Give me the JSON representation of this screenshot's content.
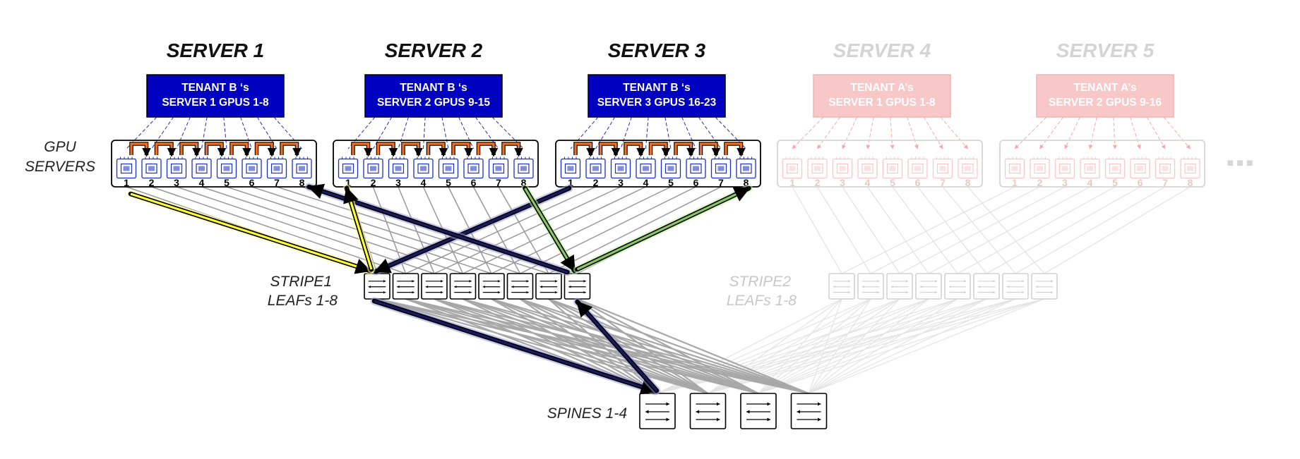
{
  "colors": {
    "tenant_b": "#0000c0",
    "tenant_a_faded": "#f8c8c8",
    "path_yellow": "#ffff33",
    "path_green": "#88c860",
    "path_navy": "#1a1a60",
    "nvlink_orange": "#f07020",
    "mesh_gray": "#999999"
  },
  "servers": [
    {
      "title": "SERVER 1",
      "tenant_line1": "TENANT B ‘s",
      "tenant_line2": "SERVER 1  GPUS 1-8",
      "faded": false
    },
    {
      "title": "SERVER 2",
      "tenant_line1": "TENANT B ‘s",
      "tenant_line2": "SERVER 2 GPUS 9-15",
      "faded": false
    },
    {
      "title": "SERVER 3",
      "tenant_line1": "TENANT B ‘s",
      "tenant_line2": "SERVER 3 GPUS 16-23",
      "faded": false
    },
    {
      "title": "SERVER 4",
      "tenant_line1": "TENANT A’s",
      "tenant_line2": "SERVER 1 GPUS 1-8",
      "faded": true
    },
    {
      "title": "SERVER 5",
      "tenant_line1": "TENANT A’s",
      "tenant_line2": "SERVER 2 GPUS 9-16",
      "faded": true
    }
  ],
  "gpu_numbers": [
    "1",
    "2",
    "3",
    "4",
    "5",
    "6",
    "7",
    "8"
  ],
  "labels": {
    "gpu_servers_line1": "GPU",
    "gpu_servers_line2": "SERVERS",
    "stripe1_line1": "STRIPE1",
    "stripe1_line2": "LEAFs 1-8",
    "stripe2_line1": "STRIPE2",
    "stripe2_line2": "LEAFs 1-8",
    "spines": "SPINES 1-4",
    "more": "■■■"
  },
  "icons": {
    "gpu": "gpu-chip-icon",
    "switch": "switch-arrows-icon"
  }
}
